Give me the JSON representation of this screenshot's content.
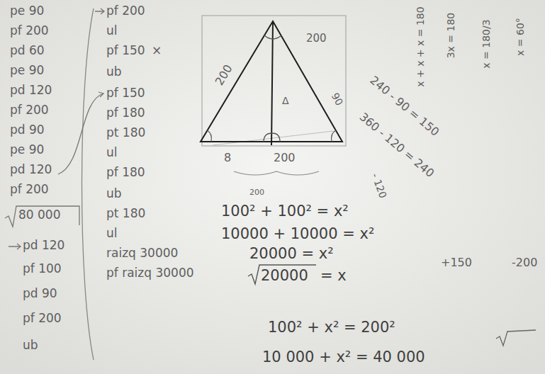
{
  "diagram": {
    "labels": [
      "pe 90",
      "pf 200",
      "pd 60",
      "pe 90",
      "pd 120",
      "pf 200",
      "pd 90",
      "pe 90",
      "pd 120",
      "pf 200",
      "80 000",
      "pd 120",
      "pf 100",
      "pd 90",
      "pf 200",
      "ub",
      "pf 200",
      "ul",
      "pf 150",
      "×",
      "ub",
      "pf 150",
      "pf 180",
      "pt 180",
      "ul",
      "pf 180",
      "ub",
      "pt 180",
      "ul",
      "raizq 30000",
      "pf raizq 30000",
      "200",
      "100² + 100² = x²",
      "10000 + 10000 = x²",
      "20000 = x²",
      "20000",
      "= x",
      "+150",
      "-200",
      "100² + x² = 200²",
      "10 000 + x² = 40 000",
      "200",
      "200",
      "90",
      "Δ",
      "8",
      "200",
      "240 - 90 = 150",
      "360 - 120 = 240",
      "- 120",
      "x + x + x = 180",
      "3x = 180",
      "x = 180/3",
      "x = 60°"
    ]
  }
}
